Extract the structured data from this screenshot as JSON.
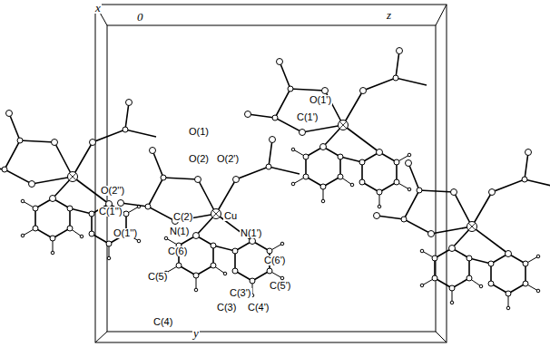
{
  "diagram": {
    "labels": [
      "x",
      "0",
      "z",
      "O(1)",
      "O(1')",
      "C(1')",
      "O(2)",
      "O(2')",
      "O(2'')",
      "C(1'')",
      "C(2)",
      "Cu",
      "N(1)",
      "N(1')",
      "O(1'')",
      "C(6)",
      "C(6')",
      "C(5)",
      "C(5')",
      "C(3')",
      "C(3)",
      "C(4')",
      "y",
      "C(4)"
    ]
  }
}
